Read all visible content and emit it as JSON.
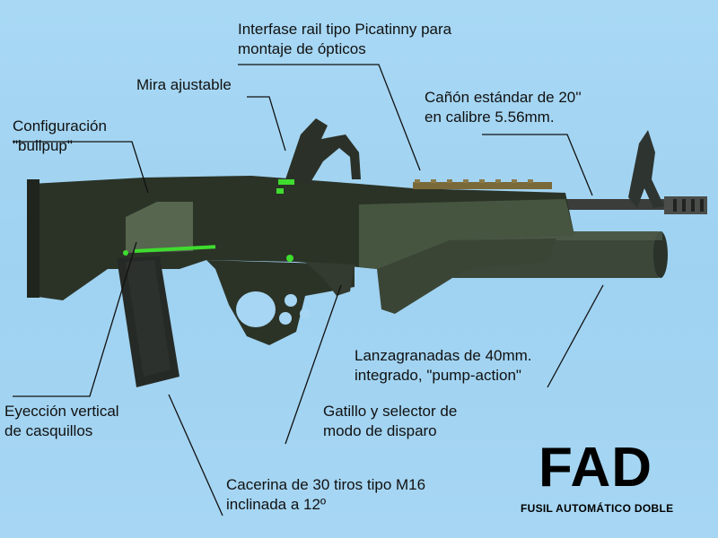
{
  "title": "FAD",
  "subtitle": "FUSIL AUTOMÁTICO DOBLE",
  "labels": {
    "rail": "Interfase rail tipo Picatinny para\nmontaje de ópticos",
    "sight": "Mira ajustable",
    "bullpup": "Configuración\n\"bullpup\"",
    "barrel": "Cañón estándar de 20''\nen calibre 5.56mm.",
    "launcher": "Lanzagranadas de 40mm.\nintegrado, \"pump-action\"",
    "trigger": "Gatillo y selector de\nmodo de disparo",
    "ejection": "Eyección vertical\nde casquillos",
    "magazine": "Cacerina de 30 tiros tipo M16\ninclinada a 12º"
  },
  "colors": {
    "background": "#a6d6f3",
    "body_dark": "#2b3327",
    "body_olive": "#4a5a44",
    "accent_green": "#3fdc2f",
    "leader_line": "#111111"
  }
}
